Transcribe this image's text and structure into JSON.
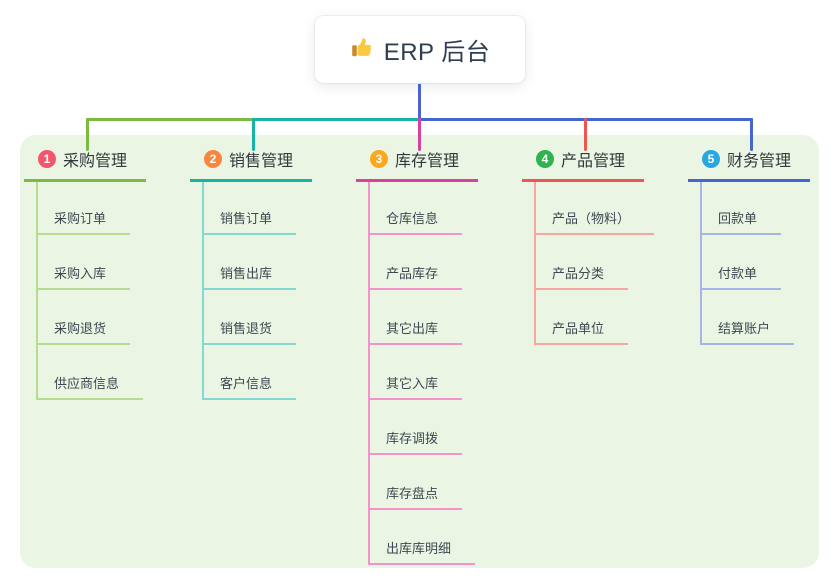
{
  "root": {
    "label": "ERP 后台",
    "icon": "thumbs-up-icon"
  },
  "connector_color": "#4a64d8",
  "panel_color": "#eaf6e3",
  "branches": [
    {
      "number": "1",
      "label": "采购管理",
      "color": "#7cbb3f",
      "light_color": "#b7db90",
      "badge_color": "#f3566c",
      "children": [
        "采购订单",
        "采购入库",
        "采购退货",
        "供应商信息"
      ]
    },
    {
      "number": "2",
      "label": "销售管理",
      "color": "#17b3a6",
      "light_color": "#84d8d0",
      "badge_color": "#f8873d",
      "children": [
        "销售订单",
        "销售出库",
        "销售退货",
        "客户信息"
      ]
    },
    {
      "number": "3",
      "label": "库存管理",
      "color": "#d9419e",
      "light_color": "#f393ca",
      "badge_color": "#fca81c",
      "children": [
        "仓库信息",
        "产品库存",
        "其它出库",
        "其它入库",
        "库存调拨",
        "库存盘点",
        "出库库明细"
      ]
    },
    {
      "number": "4",
      "label": "产品管理",
      "color": "#f15553",
      "light_color": "#f8a7a0",
      "badge_color": "#2eb34f",
      "children": [
        "产品（物料）",
        "产品分类",
        "产品单位"
      ]
    },
    {
      "number": "5",
      "label": "财务管理",
      "color": "#4366d0",
      "light_color": "#a3b6e8",
      "badge_color": "#29a7e1",
      "children": [
        "回款单",
        "付款单",
        "结算账户"
      ]
    }
  ]
}
